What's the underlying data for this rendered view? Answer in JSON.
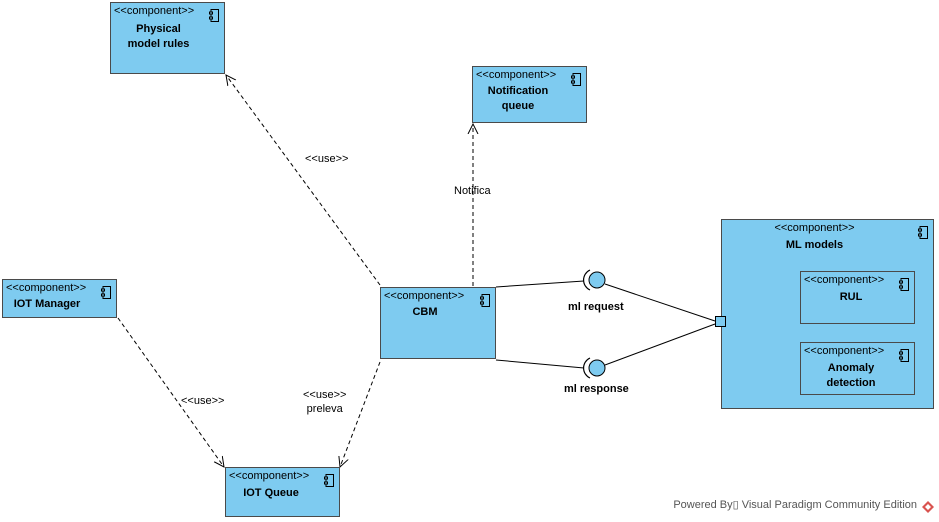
{
  "components": {
    "physical": {
      "stereotype": "<<component>>",
      "name": "Physical\nmodel rules"
    },
    "notification": {
      "stereotype": "<<component>>",
      "name": "Notification\nqueue"
    },
    "iot_manager": {
      "stereotype": "<<component>>",
      "name": "IOT Manager"
    },
    "cbm": {
      "stereotype": "<<component>>",
      "name": "CBM"
    },
    "iot_queue": {
      "stereotype": "<<component>>",
      "name": "IOT Queue"
    },
    "ml_models": {
      "stereotype": "<<component>>",
      "name": "ML models"
    },
    "rul": {
      "stereotype": "<<component>>",
      "name": "RUL"
    },
    "anomaly": {
      "stereotype": "<<component>>",
      "name": "Anomaly\ndetection"
    }
  },
  "connectors": {
    "use_physical": "<<use>>",
    "notifica": "Notifica",
    "use_iot": "<<use>>",
    "use_preleva": "<<use>>\npreleva"
  },
  "interfaces": {
    "ml_request": "ml request",
    "ml_response": "ml response"
  },
  "colors": {
    "component_fill": "#7ecbf0",
    "border": "#4a4a4a"
  },
  "footer": {
    "text": "Powered By▯ Visual Paradigm Community Edition"
  }
}
